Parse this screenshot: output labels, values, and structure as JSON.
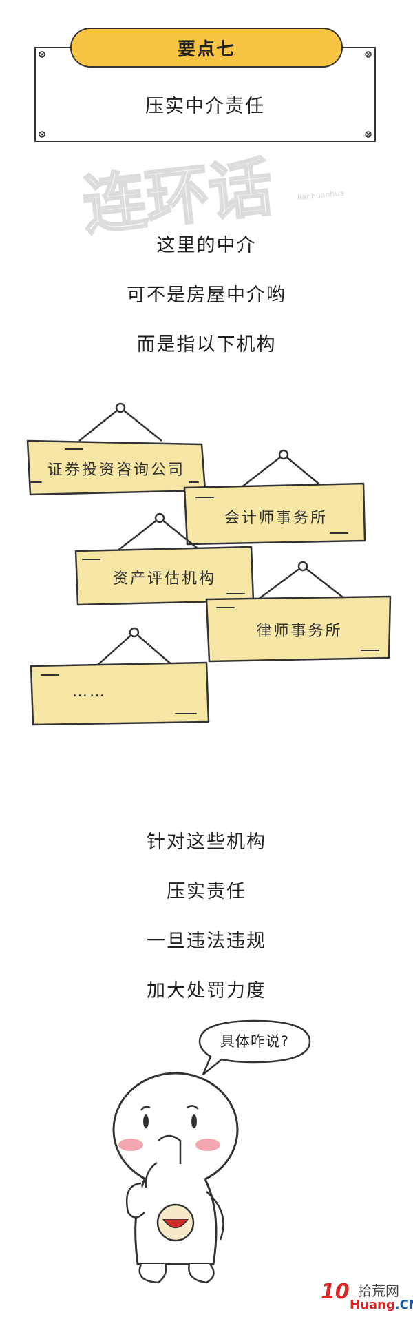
{
  "header": {
    "badge": "要点七",
    "subtitle": "压实中介责任"
  },
  "watermark": {
    "text": "连环话",
    "small": "lianhuanhua"
  },
  "intro_lines": [
    "这里的中介",
    "可不是房屋中介哟",
    "而是指以下机构"
  ],
  "signs": [
    {
      "label": "证券投资咨询公司"
    },
    {
      "label": "会计师事务所"
    },
    {
      "label": "资产评估机构"
    },
    {
      "label": "律师事务所"
    },
    {
      "label": "……"
    }
  ],
  "body_lines": [
    "针对这些机构",
    "压实责任",
    "一旦违法违规",
    "加大处罚力度"
  ],
  "speech_bubble": "具体咋说?",
  "footer_logo": {
    "number": "10",
    "name": "拾荒网",
    "domain_prefix": "Huang",
    "domain_suffix": ".CN"
  },
  "colors": {
    "badge_yellow": "#f7c443",
    "board_fill": "#f6e6a6",
    "cheek_pink": "#f3a6b0",
    "logo_red": "#d62828",
    "logo_blue": "#1f5ba8"
  }
}
